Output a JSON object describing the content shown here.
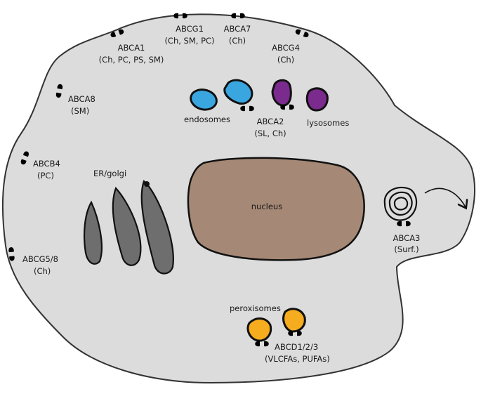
{
  "colors": {
    "background": "#ffffff",
    "cell_fill": "#dcdcdc",
    "cell_outline": "#333333",
    "nucleus_fill": "#a58875",
    "er_golgi_fill": "#6e6e6e",
    "endosome_fill": "#3aa6e0",
    "lysosome_fill": "#7b2a8e",
    "peroxisome_fill": "#f6ac1f"
  },
  "organelles": {
    "er_golgi": "ER/golgi",
    "nucleus": "nucleus",
    "endosomes": "endosomes",
    "lysosomes": "lysosomes",
    "peroxisomes": "peroxisomes"
  },
  "transporters": {
    "abca1": {
      "name": "ABCA1",
      "substrates": "(Ch, PC, PS, SM)"
    },
    "abcg1": {
      "name": "ABCG1",
      "substrates": "(Ch, SM, PC)"
    },
    "abca7": {
      "name": "ABCA7",
      "substrates": "(Ch)"
    },
    "abcg4": {
      "name": "ABCG4",
      "substrates": "(Ch)"
    },
    "abca8": {
      "name": "ABCA8",
      "substrates": "(SM)"
    },
    "abcb4": {
      "name": "ABCB4",
      "substrates": "(PC)"
    },
    "abcg58": {
      "name": "ABCG5/8",
      "substrates": "(Ch)"
    },
    "abca2": {
      "name": "ABCA2",
      "substrates": "(SL, Ch)"
    },
    "abca3": {
      "name": "ABCA3",
      "substrates": "(Surf.)"
    },
    "abcd": {
      "name": "ABCD1/2/3",
      "substrates": "(VLCFAs, PUFAs)"
    }
  },
  "icons": [
    "transporter-icon",
    "lamellar-body-icon",
    "export-arrow-icon"
  ]
}
